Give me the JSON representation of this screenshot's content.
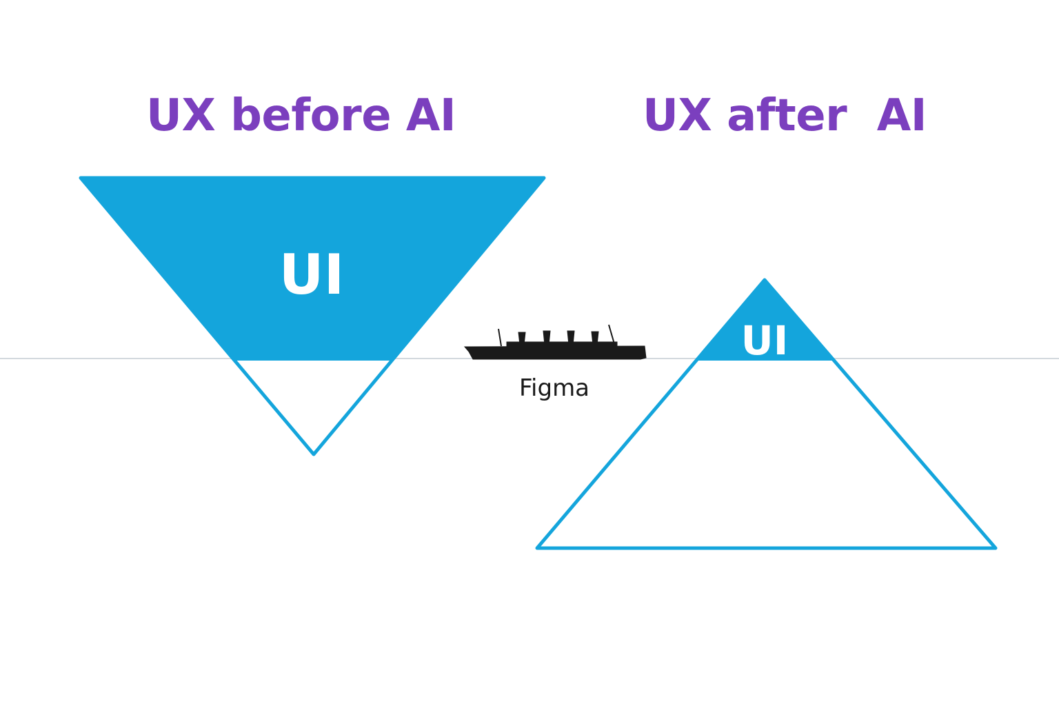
{
  "left": {
    "title": "UX before AI",
    "ui_label": "UI"
  },
  "right": {
    "title": "UX after  AI",
    "ui_label": "UI"
  },
  "waterline_label": "Figma",
  "colors": {
    "title": "#7b3fbe",
    "triangle_fill": "#14a5dc",
    "triangle_stroke": "#14a5dc",
    "waterline": "#d3d9de",
    "ship": "#1a1a1a"
  },
  "icons": {
    "ship": "ship-icon"
  }
}
